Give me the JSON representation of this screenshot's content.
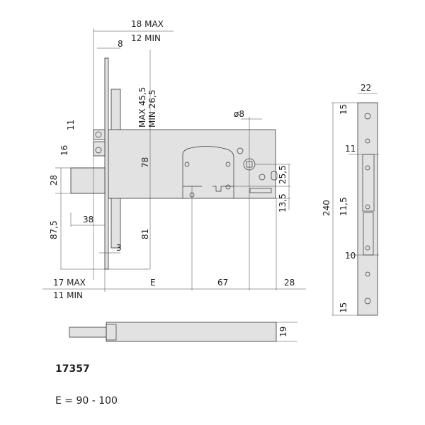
{
  "product_code": "17357",
  "e_range": "E = 90 - 100",
  "dims": {
    "backset_max": "18 MAX",
    "backset_min": "12 MIN",
    "faceplate_8": "8",
    "max_45": "MAX 45,5",
    "min_26": "MIN 26,5",
    "latch_11": "11",
    "latch_16": "16",
    "bolt_28": "28",
    "body_78": "78",
    "bottom_87": "87,5",
    "bolt_38": "38",
    "lower_81": "81",
    "gap_3": "3",
    "hole_8": "ø8",
    "v_25": "25,5",
    "v_13": "13,5",
    "proj_max": "17 MAX",
    "proj_min": "11 MIN",
    "e": "E",
    "h_67": "67",
    "h_28": "28",
    "bottom_19": "19"
  },
  "strike": {
    "width_22": "22",
    "top_15": "15",
    "s_11": "11",
    "height_240": "240",
    "s_11_5": "11,5",
    "s_10": "10",
    "bottom_15": "15"
  }
}
